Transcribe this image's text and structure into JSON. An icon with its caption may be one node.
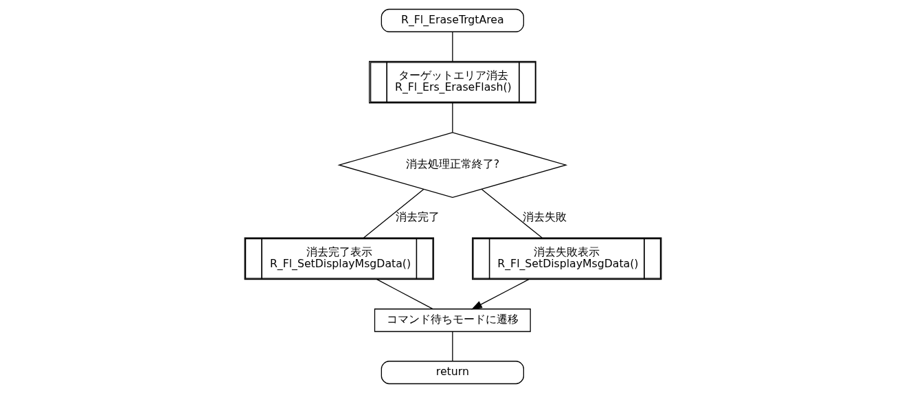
{
  "diagram": {
    "nodes": [
      {
        "text": [
          "R_Fl_EraseTrgtArea"
        ]
      },
      {
        "text": [
          "ターゲットエリア消去",
          "R_Fl_Ers_EraseFlash()"
        ]
      },
      {
        "text": [
          "消去処理正常終了?"
        ]
      },
      {
        "text": [
          "消去完了表示",
          "R_Fl_SetDisplayMsgData()"
        ]
      },
      {
        "text": [
          "消去失敗表示",
          "R_Fl_SetDisplayMsgData()"
        ]
      },
      {
        "text": [
          "コマンド待ちモードに遷移"
        ]
      },
      {
        "text": [
          "return"
        ]
      }
    ],
    "edges": [
      {
        "from": 0,
        "to": 1,
        "arrow": "none"
      },
      {
        "from": 1,
        "to": 2,
        "arrow": "none"
      },
      {
        "from": 2,
        "to": 3,
        "arrow": "none",
        "label": "消去完了"
      },
      {
        "from": 2,
        "to": 4,
        "arrow": "none",
        "label": "消去失敗"
      },
      {
        "from": 3,
        "to": 5,
        "arrow": "none"
      },
      {
        "from": 4,
        "to": 5,
        "arrow": "to"
      },
      {
        "from": 5,
        "to": 6,
        "arrow": "none"
      }
    ]
  }
}
